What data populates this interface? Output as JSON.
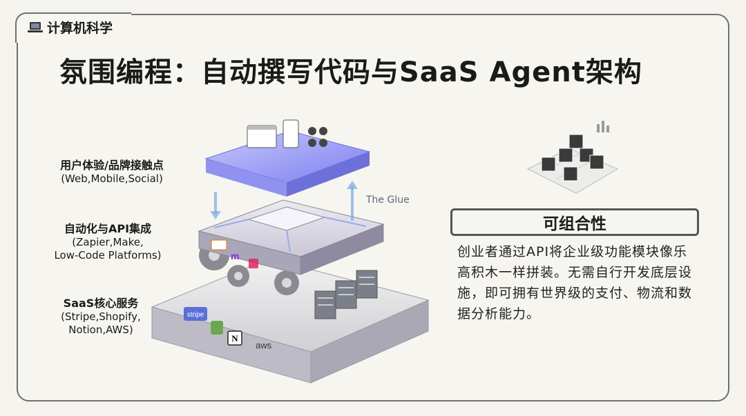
{
  "header": {
    "tab_label": "计算机科学",
    "title": "氛围编程：自动撰写代码与SaaS Agent架构"
  },
  "diagram": {
    "layers": [
      {
        "name": "用户体验/品牌接触点",
        "detail": "(Web,Mobile,Social)"
      },
      {
        "name": "自动化与API集成",
        "detail_lines": [
          "(Zapier,Make,",
          "Low-Code Platforms)"
        ]
      },
      {
        "name": "SaaS核心服务",
        "detail_lines": [
          "(Stripe,Shopify,",
          "Notion,AWS)"
        ]
      }
    ],
    "glue_label": "The Glue",
    "logos": [
      "zapier",
      "make",
      "slack",
      "stripe",
      "shopify",
      "notion",
      "aws"
    ]
  },
  "feature": {
    "title": "可组合性",
    "description": "创业者通过API将企业级功能模块像乐高积木一样拼装。无需自行开发底层设施，即可拥有世界级的支付、物流和数据分析能力。"
  },
  "colors": {
    "frame": "#6e6e6e",
    "top_layer": "#7f7ff0",
    "accent_blue": "#6fa6e8"
  }
}
